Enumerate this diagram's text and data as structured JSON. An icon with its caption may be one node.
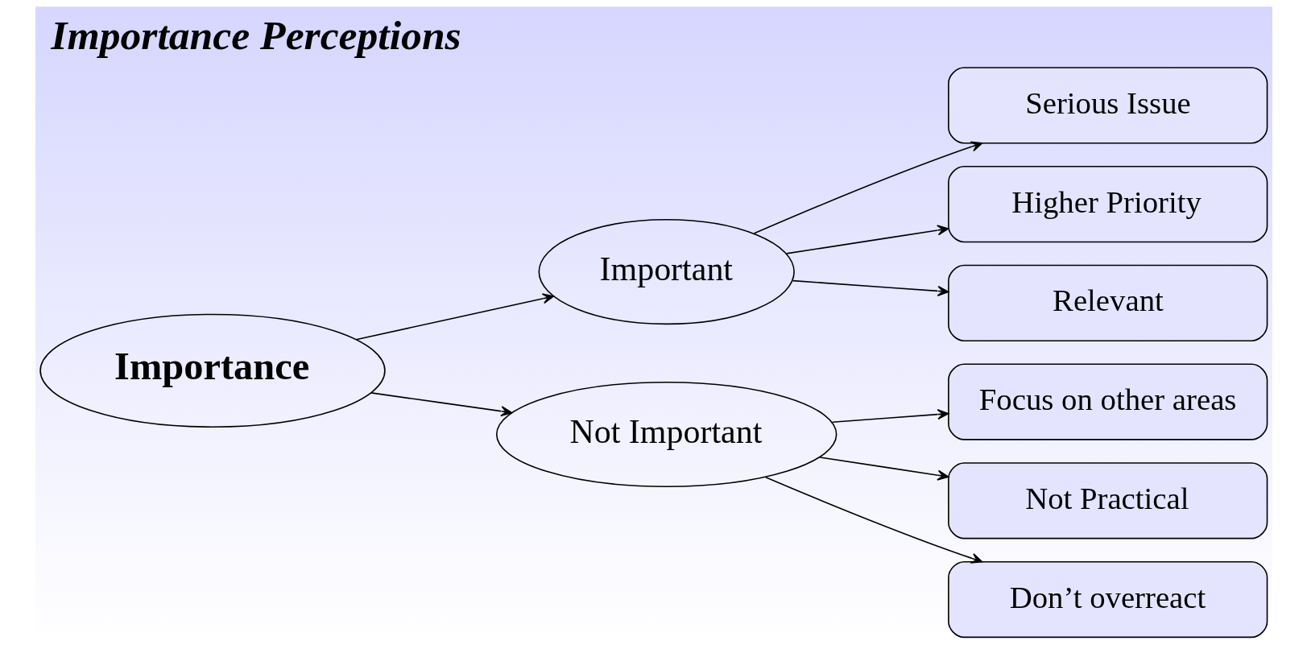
{
  "diagram": {
    "title": "Importance Perceptions",
    "nodes": [
      {
        "text": [
          "Importance"
        ]
      },
      {
        "text": [
          "Important"
        ]
      },
      {
        "text": [
          "Not Important"
        ]
      },
      {
        "text": [
          "Serious Issue"
        ]
      },
      {
        "text": [
          "Higher Priority"
        ]
      },
      {
        "text": [
          "Relevant"
        ]
      },
      {
        "text": [
          "Focus on other areas"
        ]
      },
      {
        "text": [
          "Not Practical"
        ]
      },
      {
        "text": [
          "Don’t overreact"
        ]
      }
    ],
    "edges": [
      {
        "from": 0,
        "to": 1,
        "arrow": "to"
      },
      {
        "from": 0,
        "to": 2,
        "arrow": "to"
      },
      {
        "from": 1,
        "to": 3,
        "arrow": "to"
      },
      {
        "from": 1,
        "to": 4,
        "arrow": "to"
      },
      {
        "from": 1,
        "to": 5,
        "arrow": "to"
      },
      {
        "from": 2,
        "to": 6,
        "arrow": "to"
      },
      {
        "from": 2,
        "to": 7,
        "arrow": "to"
      },
      {
        "from": 2,
        "to": 8,
        "arrow": "to"
      }
    ]
  }
}
